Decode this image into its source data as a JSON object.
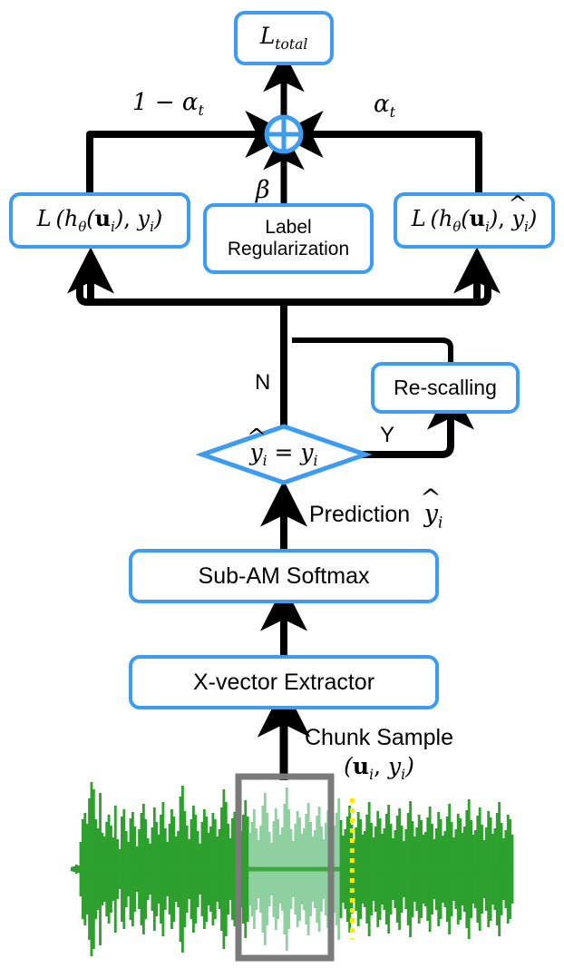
{
  "diagram": {
    "title": "Sub-AM Softmax training pipeline with label regularization",
    "colors": {
      "node_border": "#3d9bf1",
      "arrow": "#000000",
      "waveform_dark_green": "#2da02d",
      "waveform_light_green": "#8fd0a0",
      "chunk_box_gray": "#7a7a7a",
      "dotted_marker_yellow": "#ffe800",
      "background": "#ffffff"
    },
    "nodes": {
      "total_loss": {
        "label_l": "L",
        "label_sub": "total",
        "name": "L_total"
      },
      "plus_operator": {
        "symbol": "+",
        "name": "circled-plus"
      },
      "loss_true": {
        "text": "L (hθ(uᵢ), yᵢ)"
      },
      "loss_pred": {
        "text": "L (hθ(uᵢ), ŷᵢ)"
      },
      "label_regularization": {
        "line1": "Label",
        "line2": "Regularization"
      },
      "decision": {
        "text": "ŷᵢ = yᵢ"
      },
      "rescalling": {
        "text": "Re-scalling"
      },
      "sub_am_softmax": {
        "text": "Sub-AM Softmax"
      },
      "xvector_extractor": {
        "text": "X-vector Extractor"
      }
    },
    "edge_labels": {
      "one_minus_alpha": "1 − αₜ",
      "alpha": "αₜ",
      "beta": "β",
      "branch_no": "N",
      "branch_yes": "Y",
      "prediction": "Prediction ŷᵢ",
      "chunk_sample_line1": "Chunk Sample",
      "chunk_sample_line2": "(uᵢ, yᵢ)"
    }
  },
  "chart_data": {
    "type": "area",
    "title": "Audio waveform with highlighted chunk",
    "xlabel": "",
    "ylabel": "",
    "grid": false,
    "legend": null,
    "xlim": [
      0,
      500
    ],
    "ylim": [
      -1,
      1
    ],
    "highlight_region": {
      "x_start": 202,
      "x_end": 305,
      "label": "chunk sample"
    },
    "marker_line": {
      "x": 318,
      "style": "dotted",
      "color": "#ffe800"
    },
    "values": [
      0.02,
      0.03,
      0.05,
      0.04,
      0.3,
      0.55,
      0.62,
      0.5,
      0.78,
      0.96,
      0.88,
      0.55,
      0.45,
      0.84,
      0.4,
      0.36,
      0.52,
      0.6,
      0.48,
      0.35,
      0.7,
      0.33,
      0.22,
      0.58,
      0.66,
      0.42,
      0.3,
      0.56,
      0.63,
      0.47,
      0.25,
      0.44,
      0.62,
      0.72,
      0.55,
      0.34,
      0.28,
      0.46,
      0.68,
      0.52,
      0.38,
      0.6,
      0.74,
      0.45,
      0.3,
      0.5,
      0.66,
      0.58,
      0.36,
      0.42,
      0.8,
      0.92,
      0.64,
      0.48,
      0.33,
      0.55,
      0.7,
      0.6,
      0.42,
      0.28,
      0.52,
      0.66,
      0.58,
      0.4,
      0.47,
      0.62,
      0.55,
      0.36,
      0.44,
      0.68,
      0.88,
      0.74,
      0.5,
      0.34,
      0.56,
      0.63,
      0.49,
      0.3,
      0.42,
      0.6,
      0.76,
      0.58,
      0.4,
      0.52,
      0.66,
      0.45,
      0.32,
      0.48,
      0.7,
      0.84,
      0.62,
      0.41,
      0.29,
      0.53,
      0.67,
      0.55,
      0.38,
      0.46,
      0.72,
      0.9,
      0.66,
      0.44,
      0.31,
      0.5,
      0.64,
      0.57,
      0.39,
      0.45,
      0.61,
      0.73,
      0.52,
      0.36,
      0.43,
      0.59,
      0.69,
      0.47,
      0.33,
      0.51,
      0.65,
      0.56,
      0.4,
      0.48,
      0.62,
      0.78,
      0.54,
      0.37,
      0.44,
      0.58,
      0.7,
      0.49,
      0.32,
      0.46,
      0.63,
      0.55,
      0.38,
      0.42,
      0.6,
      0.74,
      0.51,
      0.35,
      0.47,
      0.64,
      0.56,
      0.39,
      0.45,
      0.61,
      0.71,
      0.5,
      0.34,
      0.43,
      0.59,
      0.67,
      0.48,
      0.31,
      0.44,
      0.62,
      0.75,
      0.53,
      0.36,
      0.46,
      0.6,
      0.54,
      0.38,
      0.41,
      0.57,
      0.69,
      0.5,
      0.33,
      0.45,
      0.63,
      0.55,
      0.37,
      0.42,
      0.58,
      0.72,
      0.52,
      0.35,
      0.44,
      0.61,
      0.56,
      0.4,
      0.47,
      0.65,
      0.77,
      0.54,
      0.38,
      0.43,
      0.59,
      0.68,
      0.49,
      0.32,
      0.46,
      0.64,
      0.57,
      0.39,
      0.45,
      0.62,
      0.74,
      0.51,
      0.34,
      0.43,
      0.6,
      0.55,
      0.38
    ]
  }
}
